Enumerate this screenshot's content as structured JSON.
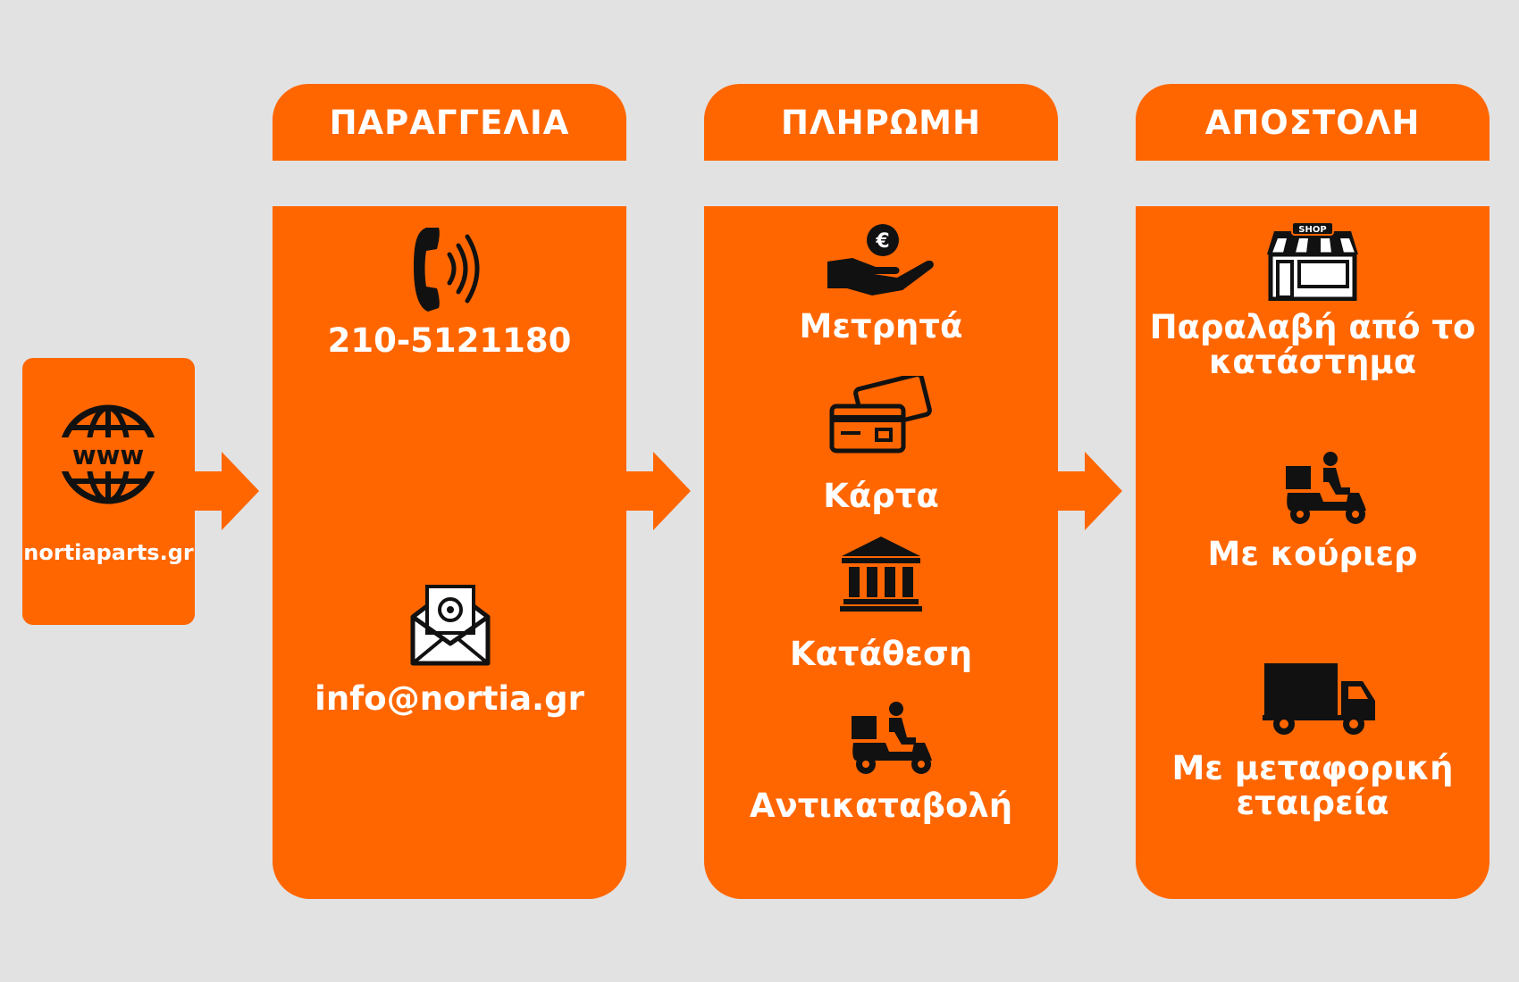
{
  "website": {
    "label": "nortiaparts.gr",
    "icon": "globe-www-icon"
  },
  "order": {
    "title": "ΠΑΡΑΓΓΕΛΙΑ",
    "phone": "210-5121180",
    "email": "info@nortia.gr",
    "icons": [
      "phone-icon",
      "email-envelope-icon"
    ]
  },
  "payment": {
    "title": "ΠΛΗΡΩΜΗ",
    "options": [
      "Μετρητά",
      "Κάρτα",
      "Κατάθεση",
      "Αντικαταβολή"
    ],
    "icons": [
      "cash-hand-euro-icon",
      "credit-cards-icon",
      "bank-icon",
      "delivery-scooter-icon"
    ]
  },
  "shipping": {
    "title": "ΑΠΟΣΤΟΛΗ",
    "store_pickup": [
      "Παραλαβή από το",
      "κατάστημα"
    ],
    "courier": "Με κούριερ",
    "transport": [
      "Με μεταφορική",
      "εταιρεία"
    ],
    "shop_sign": "SHOP",
    "icons": [
      "shop-storefront-icon",
      "courier-scooter-icon",
      "truck-icon"
    ]
  },
  "colors": {
    "accent": "#ff6600",
    "background": "#e2e2e2",
    "icon": "#111111",
    "text": "#ffffff"
  }
}
